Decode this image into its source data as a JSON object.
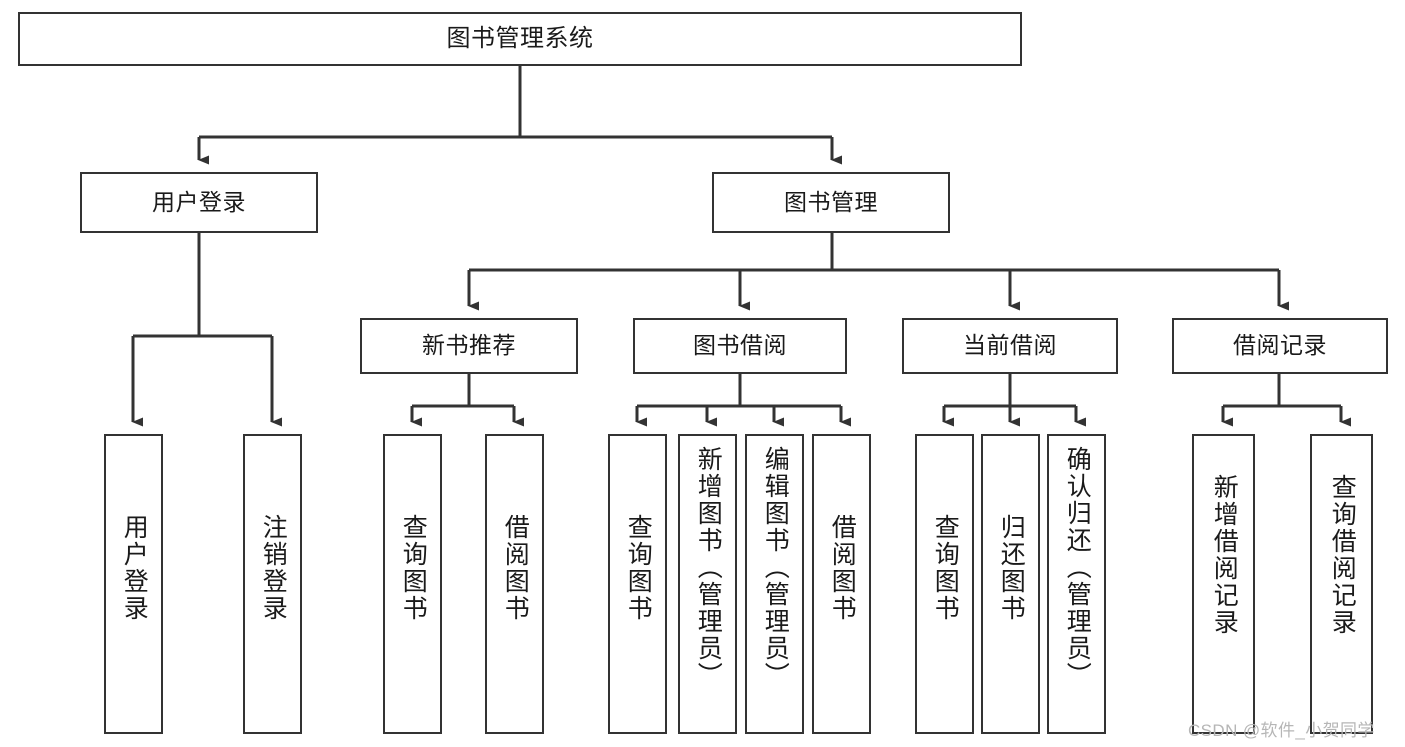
{
  "diagram": {
    "type": "tree-hierarchy-chart",
    "title": "图书管理系统",
    "stroke_color": "#333333",
    "fill_color": "#ffffff",
    "text_color": "#1a1a1a",
    "root": {
      "label": "图书管理系统"
    },
    "level2": [
      {
        "label": "用户登录"
      },
      {
        "label": "图书管理"
      }
    ],
    "level3": [
      {
        "label": "新书推荐"
      },
      {
        "label": "图书借阅"
      },
      {
        "label": "当前借阅"
      },
      {
        "label": "借阅记录"
      }
    ],
    "leaves": {
      "user_login": [
        {
          "label": "用户登录"
        },
        {
          "label": "注销登录"
        }
      ],
      "new_book_recommend": [
        {
          "label": "查询图书"
        },
        {
          "label": "借阅图书"
        }
      ],
      "book_borrow": [
        {
          "label": "查询图书"
        },
        {
          "label": "新增图书（管理员）"
        },
        {
          "label": "编辑图书（管理员）"
        },
        {
          "label": "借阅图书"
        }
      ],
      "current_borrow": [
        {
          "label": "查询图书"
        },
        {
          "label": "归还图书"
        },
        {
          "label": "确认归还（管理员）"
        }
      ],
      "borrow_record": [
        {
          "label": "新增借阅记录"
        },
        {
          "label": "查询借阅记录"
        }
      ]
    }
  },
  "watermark": {
    "text": "CSDN @软件_小贺同学"
  }
}
